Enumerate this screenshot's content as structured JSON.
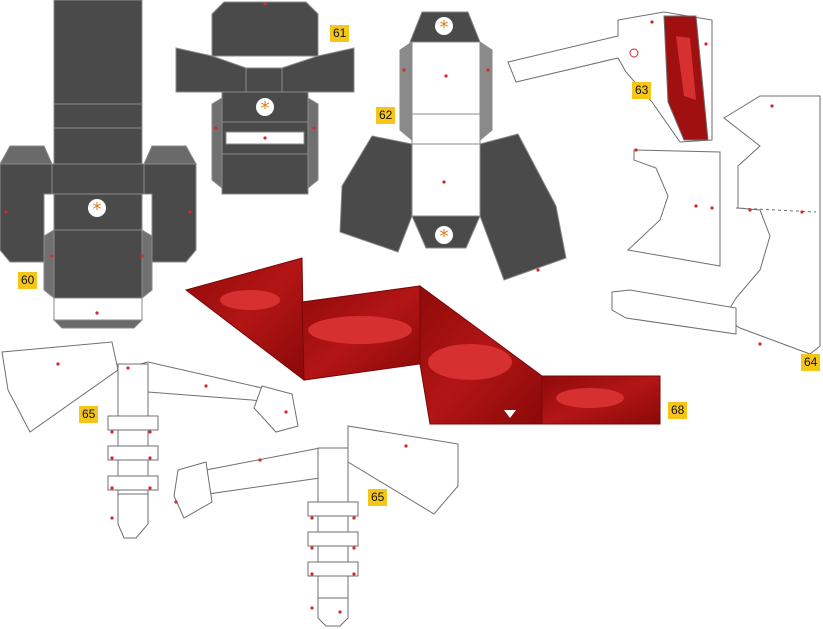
{
  "sheet": {
    "background": "#ffffff",
    "colors": {
      "dark_part": "#4a4a4a",
      "dark_edge": "#8a8a8a",
      "red_part": "#a11010",
      "red_highlight": "#e02a2a",
      "label_bg": "#f5c518",
      "glue_dot": "#d8262f",
      "outline": "#6f6f6f",
      "orientation_star": "#e07b12"
    },
    "pieces": [
      {
        "id": "p60",
        "label": "60",
        "color": "dark"
      },
      {
        "id": "p61",
        "label": "61",
        "color": "dark"
      },
      {
        "id": "p62",
        "label": "62",
        "color": "dark"
      },
      {
        "id": "p63",
        "label": "63",
        "color": "white-with-red-stripe"
      },
      {
        "id": "p64",
        "label": "64",
        "color": "white"
      },
      {
        "id": "p65a",
        "label": "65",
        "color": "white"
      },
      {
        "id": "p65b",
        "label": "65",
        "color": "white"
      },
      {
        "id": "p68",
        "label": "68",
        "color": "red"
      }
    ],
    "icons": [
      "orientation-star-icon",
      "glue-dot-icon",
      "triangle-marker-icon",
      "circle-marker-icon"
    ]
  }
}
